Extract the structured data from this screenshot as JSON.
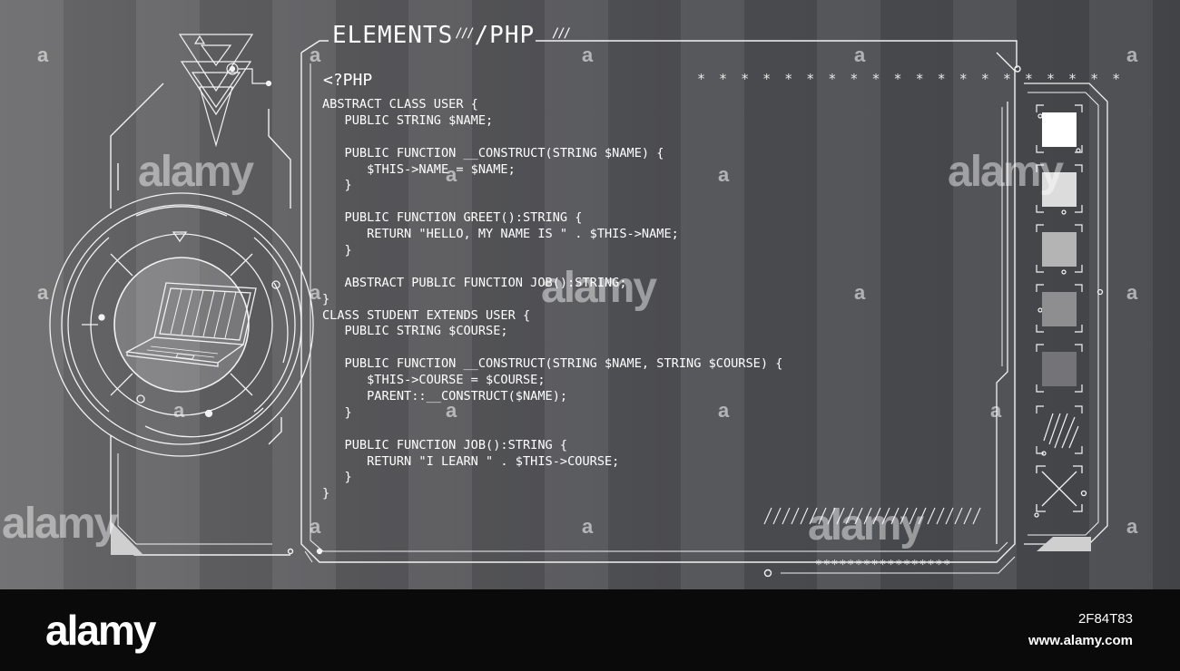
{
  "header": {
    "title_left": "ELEMENTS",
    "title_separator": "///",
    "title_right": "/PHP",
    "title_suffix": "///"
  },
  "decor": {
    "stars_top": "* * * * * * * * * * * * * * * * * * * *",
    "stars_bottom": "*****************"
  },
  "code": {
    "open_tag": "<?PHP",
    "lines": [
      "ABSTRACT CLASS USER {",
      "   PUBLIC STRING $NAME;",
      "",
      "   PUBLIC FUNCTION __CONSTRUCT(STRING $NAME) {",
      "      $THIS->NAME = $NAME;",
      "   }",
      "",
      "   PUBLIC FUNCTION GREET():STRING {",
      "      RETURN \"HELLO, MY NAME IS \" . $THIS->NAME;",
      "   }",
      "",
      "   ABSTRACT PUBLIC FUNCTION JOB():STRING;",
      "}",
      "CLASS STUDENT EXTENDS USER {",
      "   PUBLIC STRING $COURSE;",
      "",
      "   PUBLIC FUNCTION __CONSTRUCT(STRING $NAME, STRING $COURSE) {",
      "      $THIS->COURSE = $COURSE;",
      "      PARENT::__CONSTRUCT($NAME);",
      "   }",
      "",
      "   PUBLIC FUNCTION JOB():STRING {",
      "      RETURN \"I LEARN \" . $THIS->COURSE;",
      "   }",
      "}"
    ]
  },
  "palette": {
    "swatches": [
      "#ffffff",
      "#dcdcdc",
      "#b4b4b4",
      "#8e8e90",
      "#747478"
    ],
    "line_color": "#f2f2f2"
  },
  "icons": {
    "center": "laptop-icon",
    "pattern": "hatched-square-icon",
    "cross": "x-cross-icon"
  },
  "watermark": {
    "brand": "alamy",
    "letter": "a"
  },
  "footer": {
    "logo": "alamy",
    "image_id": "2F84T83",
    "url": "www.alamy.com"
  }
}
